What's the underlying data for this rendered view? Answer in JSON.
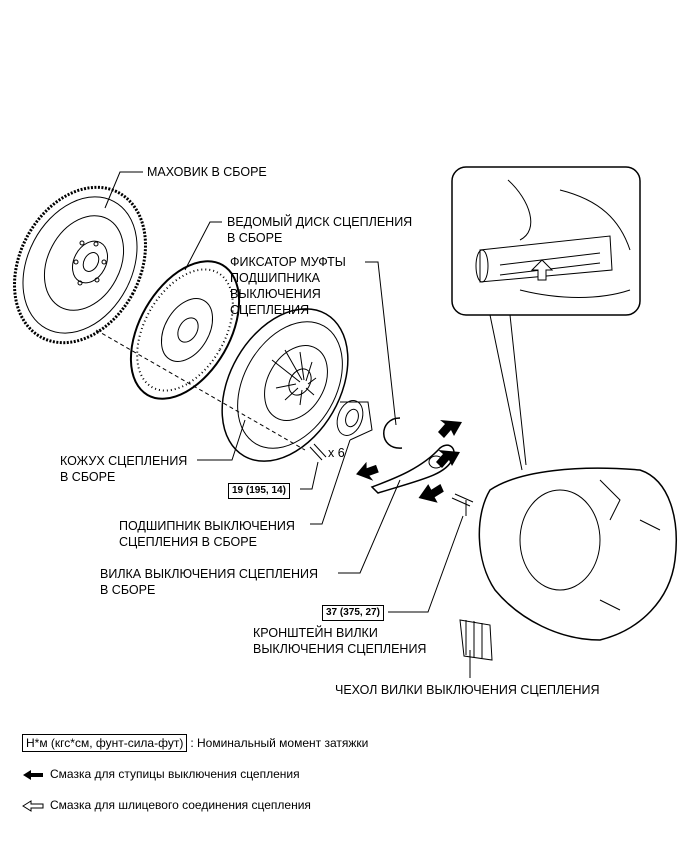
{
  "labels": {
    "flywheel": "МАХОВИК В СБОРЕ",
    "disc_l1": "ВЕДОМЫЙ ДИСК СЦЕПЛЕНИЯ",
    "disc_l2": "В СБОРЕ",
    "retainer_l1": "ФИКСАТОР МУФТЫ",
    "retainer_l2": "ПОДШИПНИКА",
    "retainer_l3": "ВЫКЛЮЧЕНИЯ",
    "retainer_l4": "СЦЕПЛЕНИЯ",
    "cover_l1": "КОЖУХ СЦЕПЛЕНИЯ",
    "cover_l2": "В СБОРЕ",
    "bolts_count": "x 6",
    "bearing_l1": "ПОДШИПНИК ВЫКЛЮЧЕНИЯ",
    "bearing_l2": "СЦЕПЛЕНИЯ В СБОРЕ",
    "fork_l1": "ВИЛКА ВЫКЛЮЧЕНИЯ СЦЕПЛЕНИЯ",
    "fork_l2": "В СБОРЕ",
    "bracket_l1": "КРОНШТЕЙН ВИЛКИ",
    "bracket_l2": "ВЫКЛЮЧЕНИЯ СЦЕПЛЕНИЯ",
    "boot": "ЧЕХОЛ ВИЛКИ ВЫКЛЮЧЕНИЯ СЦЕПЛЕНИЯ"
  },
  "torques": {
    "cover_bolts": "19 (195, 14)",
    "bracket": "37 (375, 27)"
  },
  "legend": {
    "torque_box": "Н*м (кгс*см, фунт-сила-фут)",
    "torque_text": ": Номинальный момент затяжки",
    "grease_hub": "Смазка для ступицы выключения сцепления",
    "grease_spline": "Смазка для шлицевого соединения сцепления"
  },
  "icons": {
    "filled_arrow": "filled-arrow-icon",
    "outline_arrow": "outline-arrow-icon"
  }
}
